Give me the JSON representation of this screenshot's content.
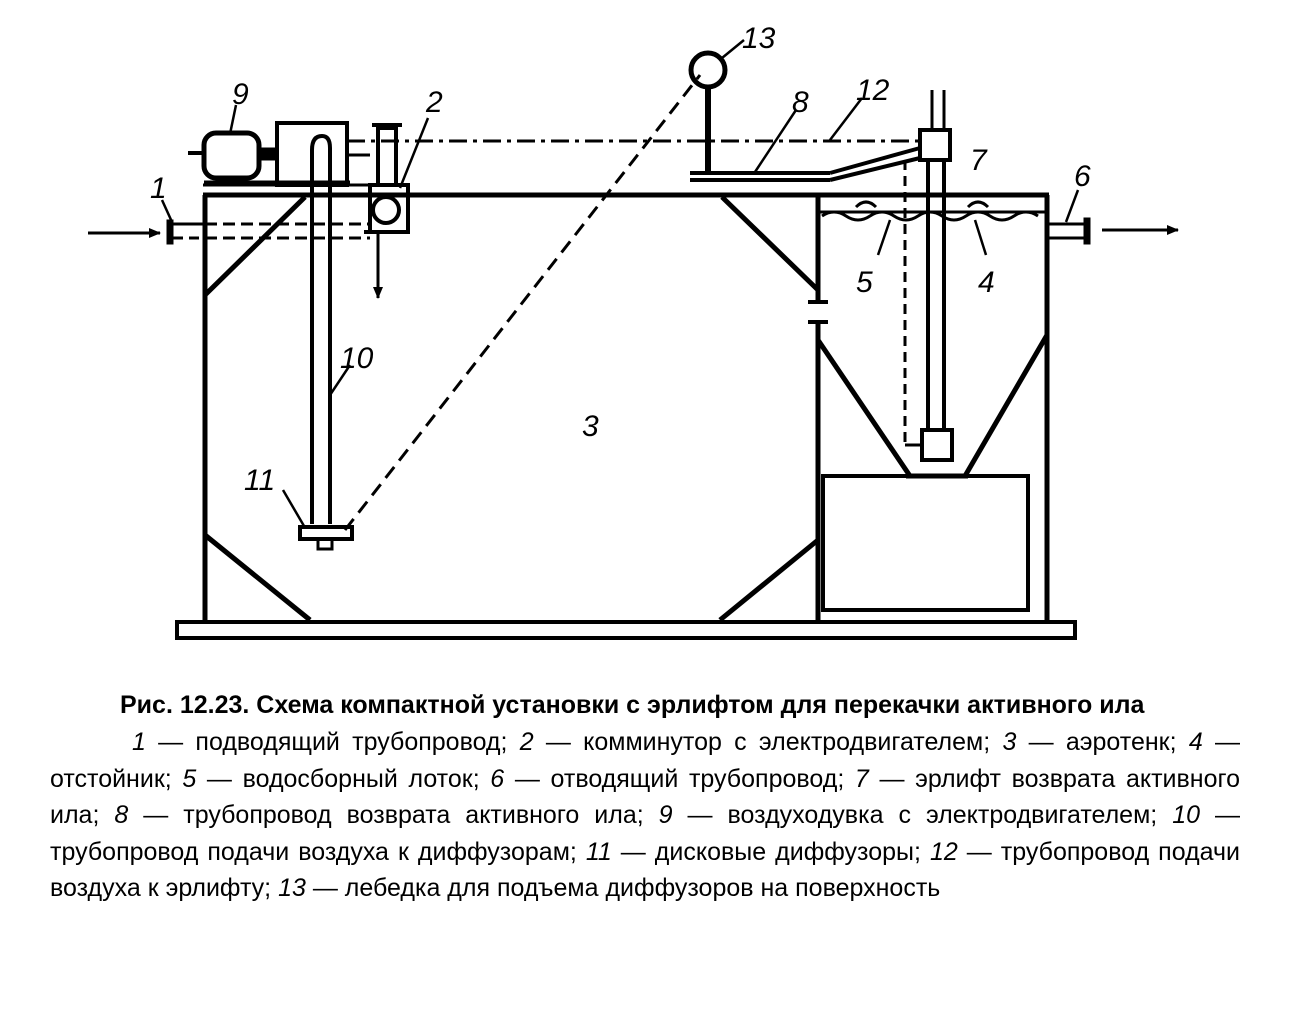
{
  "diagram": {
    "labels": {
      "n1": "1",
      "n2": "2",
      "n3": "3",
      "n4": "4",
      "n5": "5",
      "n6": "6",
      "n7": "7",
      "n8": "8",
      "n9": "9",
      "n10": "10",
      "n11": "11",
      "n12": "12",
      "n13": "13"
    }
  },
  "caption": {
    "title": "Рис. 12.23. Схема компактной установки с эрлифтом для перекачки активного ила",
    "legend": [
      {
        "key": "1",
        "text": " — подводящий трубопровод; "
      },
      {
        "key": "2",
        "text": " — комминутор с электродвигателем; "
      },
      {
        "key": "3",
        "text": " — аэротенк; "
      },
      {
        "key": "4",
        "text": " — отстойник; "
      },
      {
        "key": "5",
        "text": " — водосборный лоток; "
      },
      {
        "key": "6",
        "text": " — отводящий трубопровод; "
      },
      {
        "key": "7",
        "text": " — эрлифт возврата активного ила; "
      },
      {
        "key": "8",
        "text": " — трубопровод возврата активного ила; "
      },
      {
        "key": "9",
        "text": " — воздуходувка с электродвигателем; "
      },
      {
        "key": "10",
        "text": " — трубопровод подачи воздуха к диффузорам; "
      },
      {
        "key": "11",
        "text": " — дисковые диффузоры; "
      },
      {
        "key": "12",
        "text": " — трубопровод подачи воздуха к эрлифту; "
      },
      {
        "key": "13",
        "text": " — лебедка для подъема диффузоров на поверхность"
      }
    ]
  }
}
